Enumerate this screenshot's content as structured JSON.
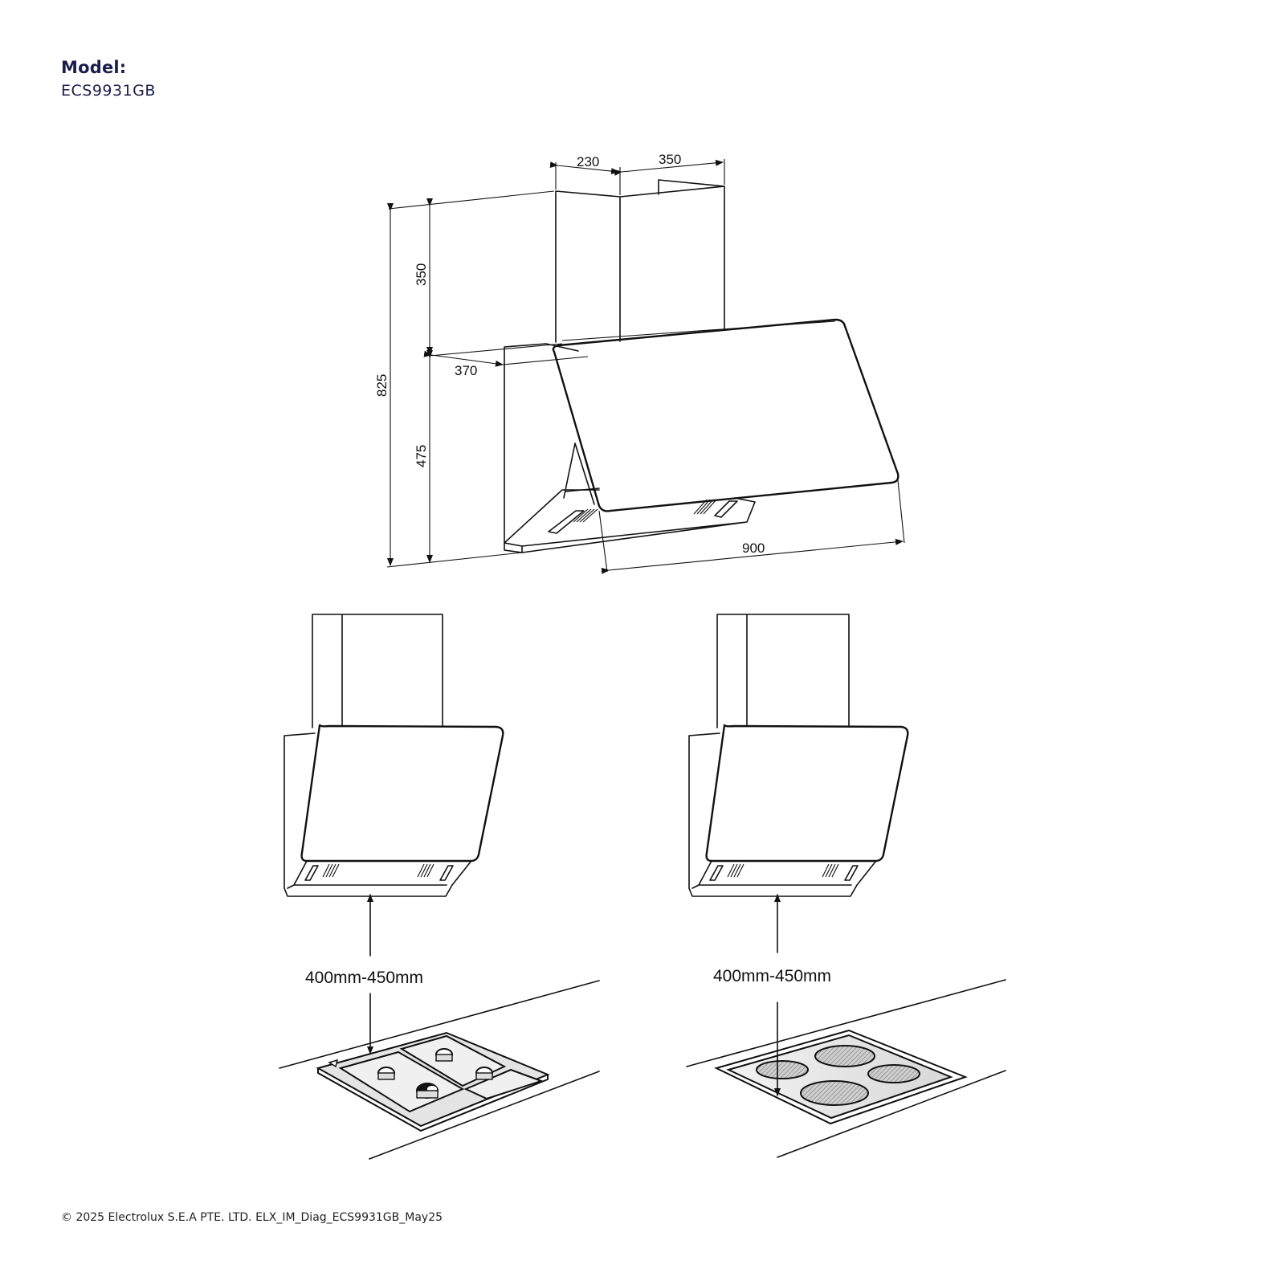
{
  "header": {
    "model_label": "Model:",
    "model_value": "ECS9931GB"
  },
  "main_diagram": {
    "dimensions": {
      "chimney_depth": "230",
      "chimney_width": "350",
      "chimney_height": "350",
      "total_height": "825",
      "canopy_depth": "370",
      "canopy_height": "475",
      "canopy_width": "900"
    },
    "unit": "mm"
  },
  "installation": {
    "gas_hob": {
      "clearance_label": "400mm-450mm",
      "hob_type": "gas-hob-4-burner"
    },
    "electric_hob": {
      "clearance_label": "400mm-450mm",
      "hob_type": "ceramic-hob-4-zone"
    }
  },
  "footer": {
    "copyright": "© 2025 Electrolux S.E.A PTE. LTD. ELX_IM_Diag_ECS9931GB_May25"
  },
  "colors": {
    "heading": "#1b1d4b",
    "line": "#111111",
    "background": "#ffffff"
  }
}
